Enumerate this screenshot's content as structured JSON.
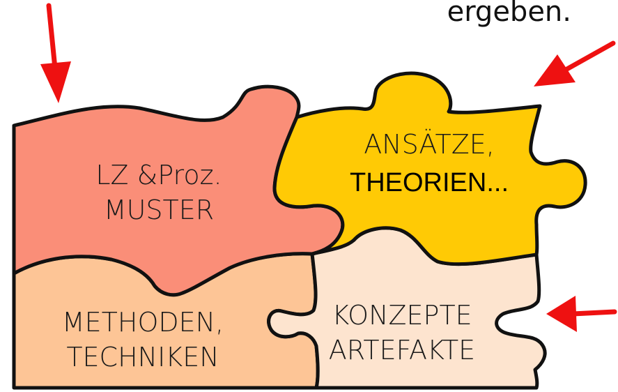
{
  "corner_text": "ergeben.",
  "pieces": [
    {
      "id": "top-left",
      "label_line1": "LZ &Proz.",
      "label_line2": "MUSTER",
      "color": "#FA8E78"
    },
    {
      "id": "top-right",
      "label_line1": "ANSÄTZE,",
      "label_line2": "THEORIEN...",
      "color": "#FFCA05"
    },
    {
      "id": "bottom-left",
      "label_line1": "METHODEN,",
      "label_line2": "TECHNIKEN",
      "color": "#FDC596"
    },
    {
      "id": "bottom-right",
      "label_line1": "KONZEPTE",
      "label_line2": "ARTEFAKTE",
      "color": "#FDE4CF"
    }
  ],
  "arrow_color": "#EE1111",
  "outline_color": "#111111"
}
